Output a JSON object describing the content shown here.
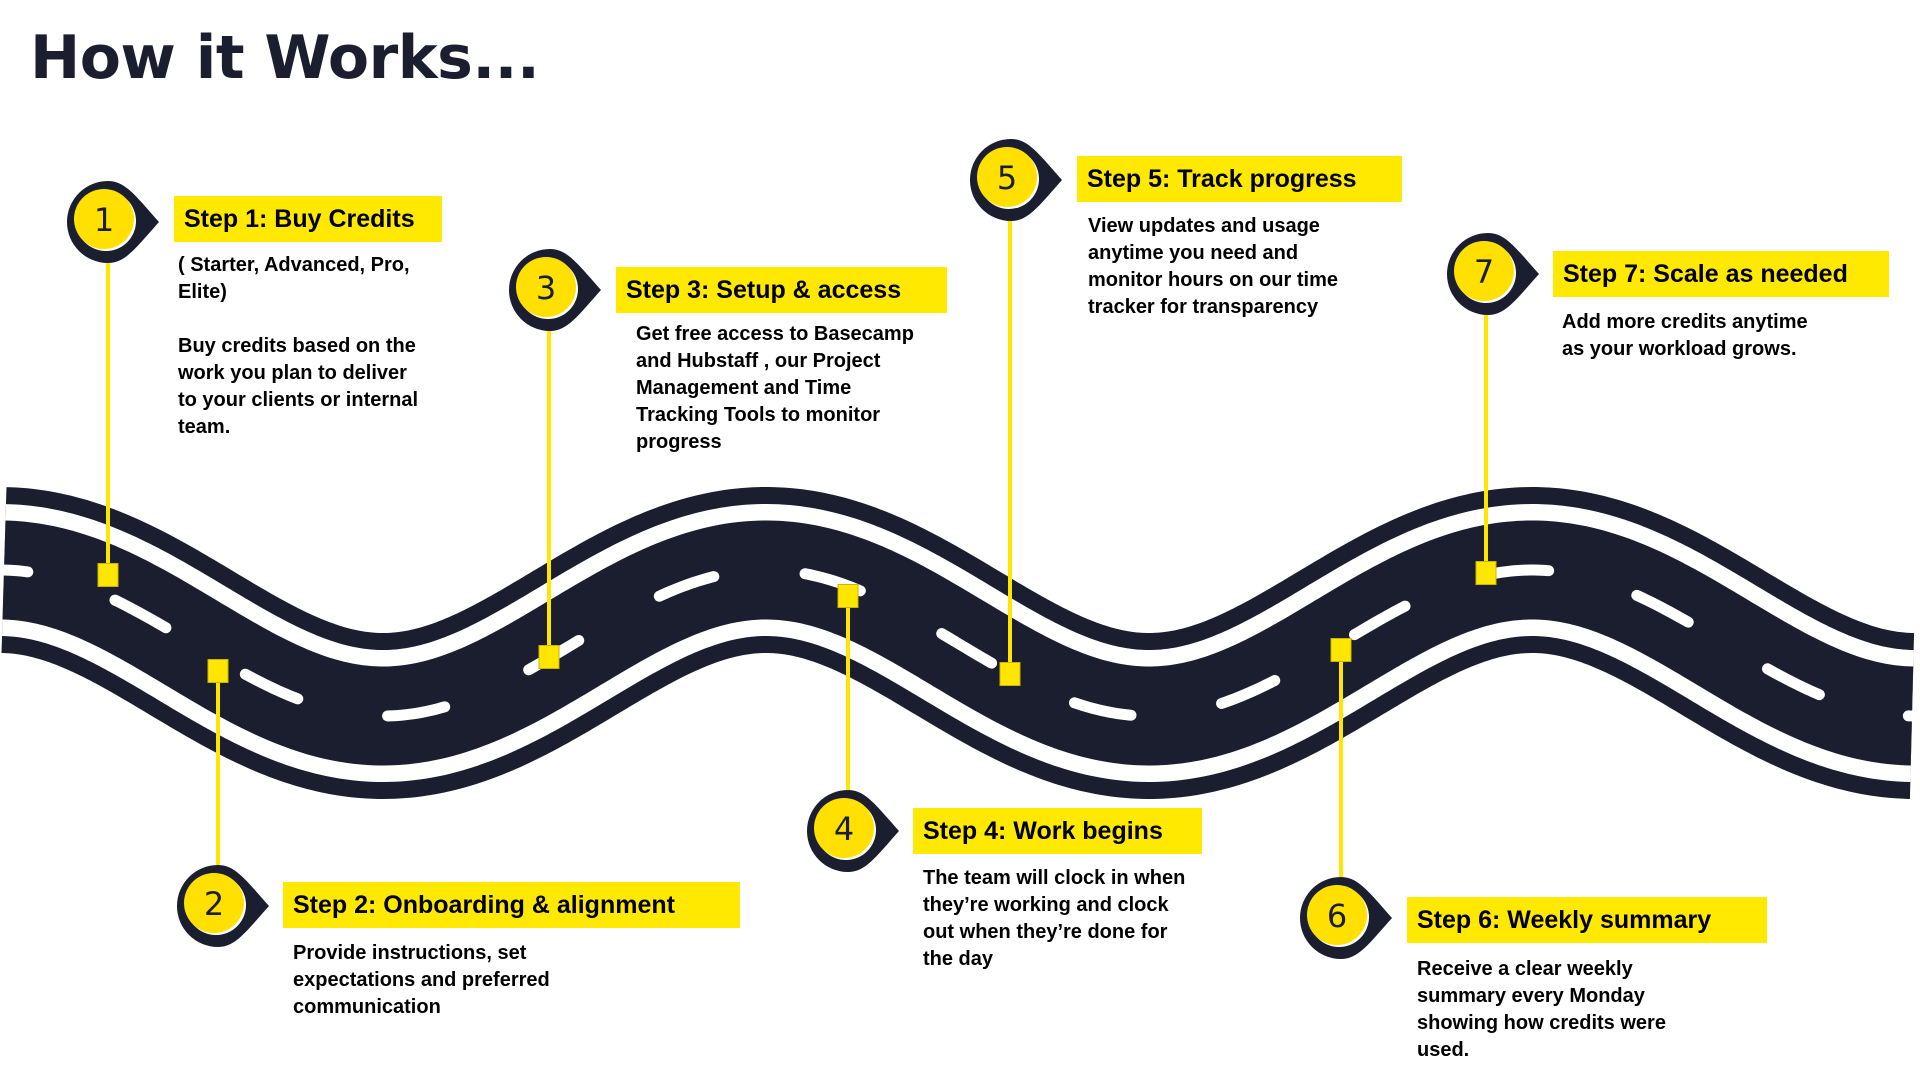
{
  "title": "How it Works...",
  "colors": {
    "road": "#1b1e2f",
    "road_lines": "#ffffff",
    "accent_yellow": "#ffe900",
    "marker_dark": "#1b1e2f",
    "text": "#000000"
  },
  "steps": [
    {
      "number": "1",
      "label": "Step 1: Buy Credits",
      "body": [
        "( Starter, Advanced, Pro,",
        "Elite)",
        "",
        "Buy credits based on the",
        "work you plan to deliver",
        "to your clients or internal",
        "team."
      ],
      "marker_icon": "map-pin-icon",
      "position": "above-road"
    },
    {
      "number": "2",
      "label": "Step 2: Onboarding & alignment",
      "body": [
        "Provide instructions, set",
        "expectations and preferred",
        "communication"
      ],
      "marker_icon": "map-pin-icon",
      "position": "below-road"
    },
    {
      "number": "3",
      "label": "Step 3: Setup & access",
      "body": [
        "Get free access to Basecamp",
        "and Hubstaff , our Project",
        "Management and Time",
        "Tracking Tools to monitor",
        "progress"
      ],
      "marker_icon": "map-pin-icon",
      "position": "above-road"
    },
    {
      "number": "4",
      "label": "Step 4: Work begins",
      "body": [
        "The team will clock in when",
        "they’re working and clock",
        "out when they’re done for",
        "the day"
      ],
      "marker_icon": "map-pin-icon",
      "position": "below-road"
    },
    {
      "number": "5",
      "label": "Step 5: Track progress",
      "body": [
        "View updates and usage",
        "anytime you need and",
        "monitor hours on our time",
        "tracker for transparency"
      ],
      "marker_icon": "map-pin-icon",
      "position": "above-road"
    },
    {
      "number": "6",
      "label": "Step 6: Weekly summary",
      "body": [
        "Receive a clear weekly",
        "summary every Monday",
        "showing how credits were",
        "used."
      ],
      "marker_icon": "map-pin-icon",
      "position": "below-road"
    },
    {
      "number": "7",
      "label": "Step 7: Scale as needed",
      "body": [
        "Add more credits anytime",
        "as your workload grows."
      ],
      "marker_icon": "map-pin-icon",
      "position": "above-road"
    }
  ]
}
